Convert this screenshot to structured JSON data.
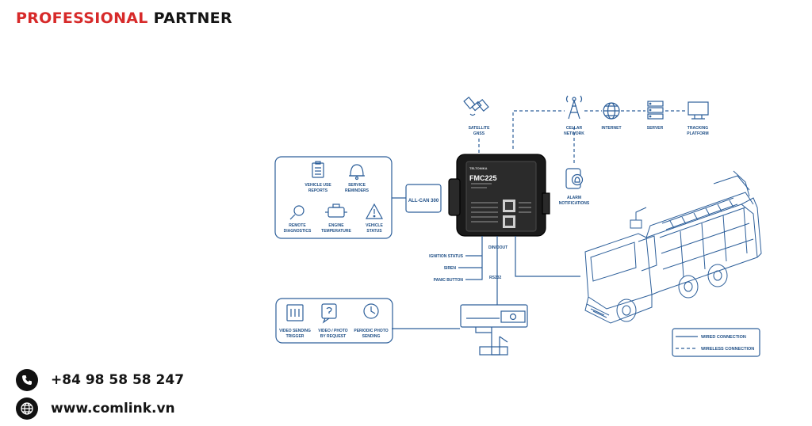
{
  "header": {
    "brand_red": "PROFESSIONAL",
    "brand_dark": "PARTNER"
  },
  "contact": {
    "phone": "+84 98 58 58 247",
    "website": "www.comlink.vn"
  },
  "colors": {
    "accent_red": "#d72a2a",
    "diagram_blue": "#2d5f9a",
    "text_dark": "#141414"
  },
  "diagram": {
    "satellite": [
      "SATELLITE",
      "GNSS"
    ],
    "cellar": [
      "CELLAR",
      "NETWORK"
    ],
    "internet": "INTERNET",
    "server": "SERVER",
    "tracking": [
      "TRACKING",
      "PLATFORM"
    ],
    "alarm": [
      "ALARM",
      "NOTIFICATIONS"
    ],
    "allcan": "ALL-CAN 300",
    "features_top": [
      {
        "lines": [
          "VEHICLE USE",
          "REPORTS"
        ],
        "icon": "clipboard-icon"
      },
      {
        "lines": [
          "SERVICE",
          "REMINDERS"
        ],
        "icon": "bell-icon"
      },
      {
        "lines": [
          "REMOTE",
          "DIAGNOSTICS"
        ],
        "icon": "magnifier-icon"
      },
      {
        "lines": [
          "ENGINE",
          "TEMPERATURE"
        ],
        "icon": "engine-icon"
      },
      {
        "lines": [
          "VEHICLE",
          "STATUS"
        ],
        "icon": "warning-icon"
      }
    ],
    "din_dout": "DIN/DOUT",
    "ignition": "IGNITION STATUS",
    "siren": "SIREN",
    "panic": "PANIC BUTTON",
    "rs232": "RS232",
    "features_bottom": [
      {
        "lines": [
          "VIDEO SENDING",
          "TRIGGER"
        ],
        "icon": "video-trigger-icon"
      },
      {
        "lines": [
          "VIDEO / PHOTO",
          "BY REQUEST"
        ],
        "icon": "question-icon"
      },
      {
        "lines": [
          "PERIODIC PHOTO",
          "SENDING"
        ],
        "icon": "clock-icon"
      }
    ],
    "device": {
      "model": "FMC225",
      "brand": "TELTONIKA"
    },
    "legend": {
      "wired": "WIRED CONNECTION",
      "wireless": "WIRELESS CONNECTION"
    }
  }
}
